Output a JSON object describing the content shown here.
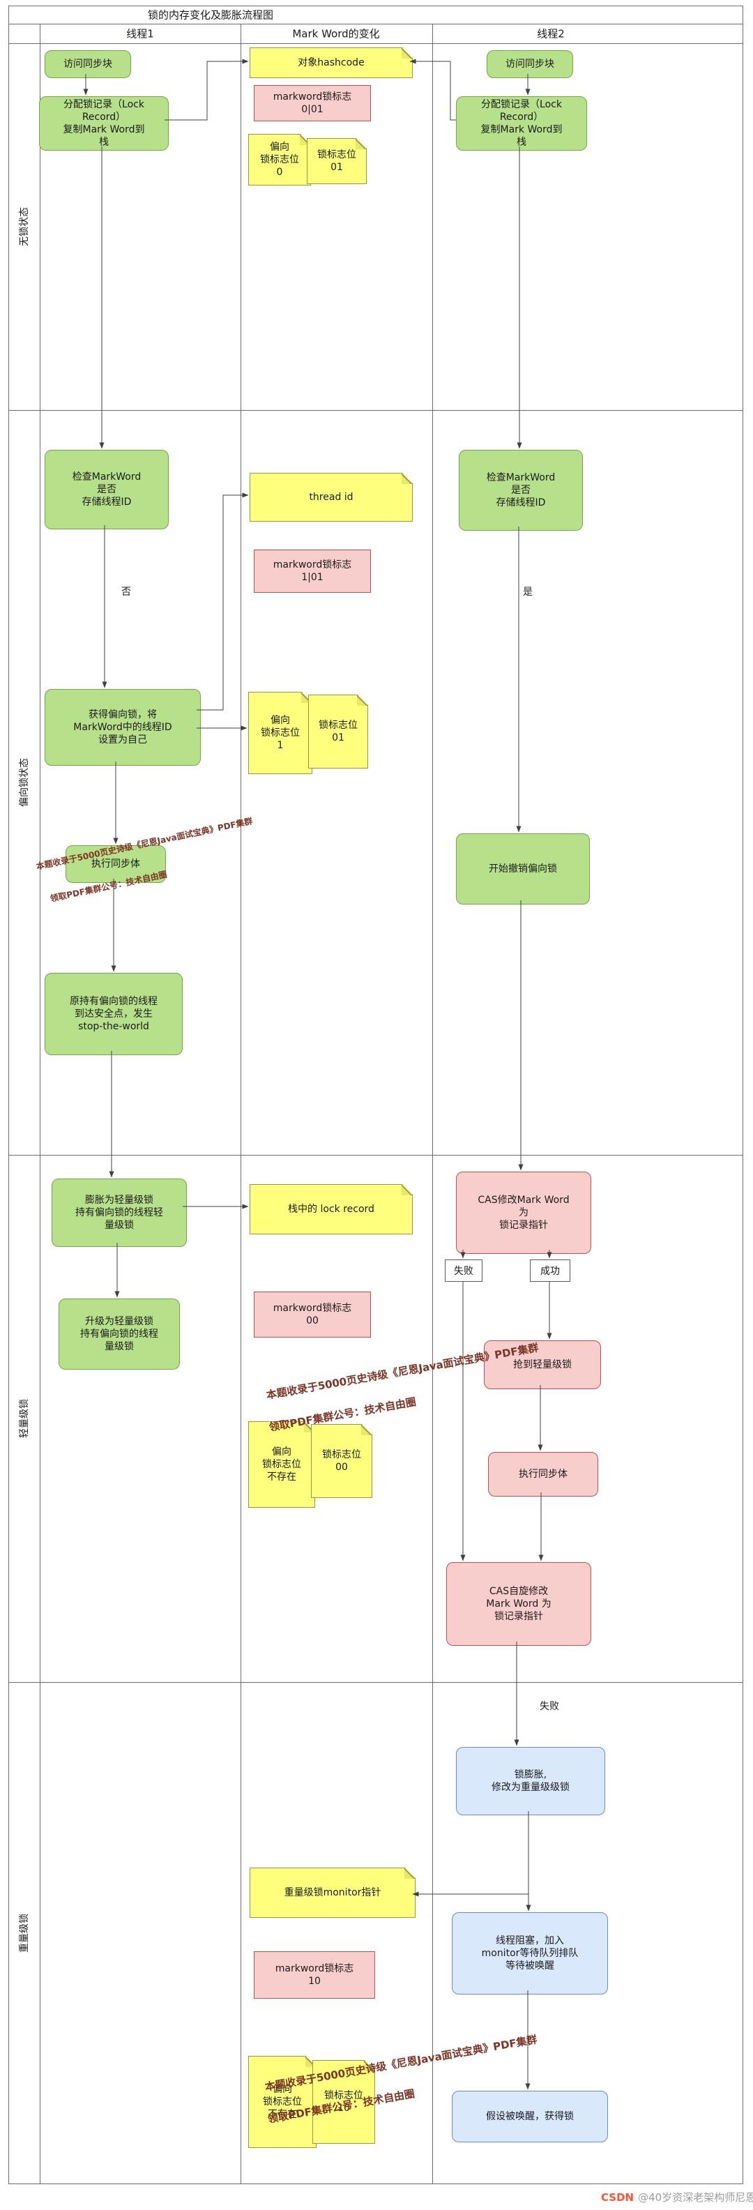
{
  "title": "锁的内存变化及膨胀流程图",
  "headers": {
    "thread1": "线程1",
    "markword": "Mark Word的变化",
    "thread2": "线程2"
  },
  "lanes": {
    "row1": "无锁状态",
    "row2": "偏向锁状态",
    "row3": "轻量级锁",
    "row4": "重量级锁"
  },
  "nodes": {
    "t1_access": "访问同步块",
    "t1_alloc": "分配锁记录（Lock\nRecord）\n复制Mark Word到\n栈",
    "t2_access": "访问同步块",
    "t2_alloc": "分配锁记录（Lock\nRecord）\n复制Mark Word到\n栈",
    "mw_hashcode": "对象hashcode",
    "mw_flag_r1": "markword锁标志\n0|01",
    "mw_bias_r1": "偏向\n锁标志位\n0",
    "mw_lockbits_r1": "锁标志位\n01",
    "t1_check": "检查MarkWord\n是否\n存储线程ID",
    "t1_acquire_bias": "获得偏向锁，将\nMarkWord中的线程ID\n设置为自己",
    "t1_exec_sync": "执行同步体",
    "t1_stw": "原持有偏向锁的线程\n到达安全点，发生\nstop-the-world",
    "t2_check": "检查MarkWord\n是否\n存储线程ID",
    "t2_revoke": "开始撤销偏向锁",
    "mw_threadid": "thread id",
    "mw_flag_r2": "markword锁标志\n1|01",
    "mw_bias_r2": "偏向\n锁标志位\n1",
    "mw_lockbits_r2": "锁标志位\n01",
    "t1_inflate": "膨胀为轻量级锁\n持有偏向锁的线程轻\n量级锁",
    "t1_upgrade": "升级为轻量级锁\n持有偏向锁的线程\n量级锁",
    "mw_stack_lockrecord": "栈中的 lock record",
    "mw_flag_r3": "markword锁标志\n00",
    "mw_bias_r3": "偏向\n锁标志位\n不存在",
    "mw_lockbits_r3": "锁标志位\n00",
    "t2_cas": "CAS修改Mark Word\n为\n锁记录指针",
    "t2_grab": "抢到轻量级锁",
    "t2_exec_sync": "执行同步体",
    "t2_cas_spin": "CAS自旋修改\nMark Word 为\n锁记录指针",
    "t2_inflate": "锁膨胀,\n修改为重量级级锁",
    "t2_block": "线程阻塞，加入\nmonitor等待队列排队\n等待被唤醒",
    "t2_wake": "假设被唤醒，获得锁",
    "mw_monitor": "重量级锁monitor指针",
    "mw_flag_r4": "markword锁标志\n10",
    "mw_bias_r4": "偏向\n锁标志位\n不存在",
    "mw_lockbits_r4": "锁标志位\n10"
  },
  "edge_labels": {
    "no": "否",
    "yes": "是",
    "fail_cas": "失败",
    "success_cas": "成功",
    "fail_spin": "失败"
  },
  "watermarks": {
    "line1": "本题收录于5000页史诗级《尼恩Java面试宝典》PDF集群",
    "line2": "领取PDF集群公号：技术自由圈",
    "csdn_brand": "CSDN",
    "csdn_user": "@40岁资深老架构师尼恩"
  },
  "colors": {
    "green_fill": "#b7e08a",
    "green_border": "#72a845",
    "yellow_fill": "#feff7d",
    "yellow_border": "#96964a",
    "pink_fill": "#f8cecc",
    "pink_border": "#b85450",
    "blue_fill": "#dae8fc",
    "blue_border": "#6c8ebf",
    "watermark_color": "#7d3425",
    "csdn_red": "#fc5531"
  }
}
